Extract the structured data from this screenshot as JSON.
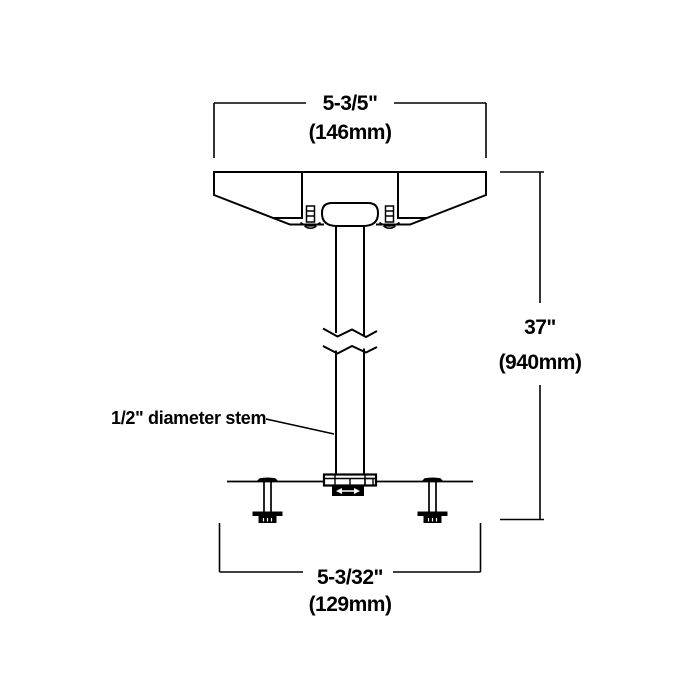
{
  "page": {
    "background_color": "#ffffff",
    "line_color": "#000000",
    "description": "Technical line drawing of a 1/2 inch diameter mounting stem assembly with top canopy bracket, pipe break symbol, and bolted base plate"
  },
  "dimensions": {
    "top": {
      "imperial": "5-3/5\"",
      "metric": "(146mm)"
    },
    "right": {
      "imperial": "37\"",
      "metric": "(940mm)"
    },
    "bottom": {
      "imperial": "5-3/32\"",
      "metric": "(129mm)"
    }
  },
  "labels": {
    "stem": "1/2\" diameter stem"
  }
}
